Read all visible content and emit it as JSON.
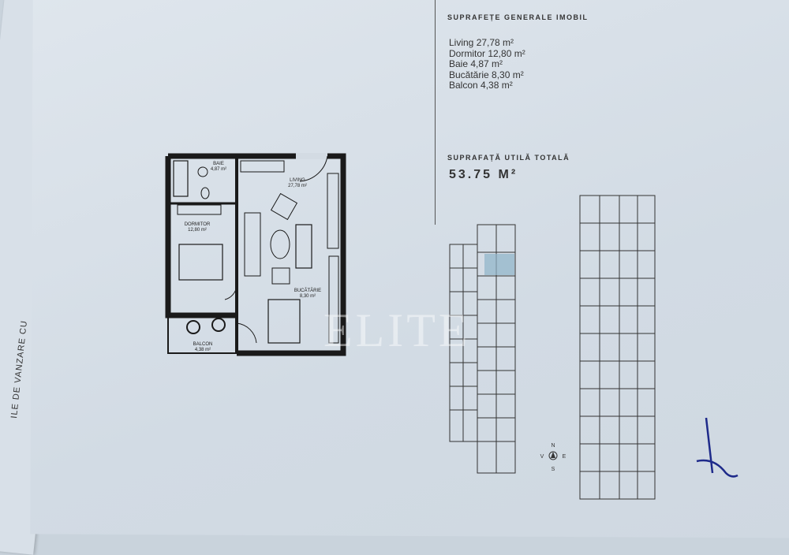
{
  "side_text": "ILE DE VANZARE CU",
  "summary": {
    "title": "SUPRAFEȚE GENERALE IMOBIL",
    "rooms": [
      "Living 27,78 m²",
      "Dormitor 12,80 m²",
      "Baie 4,87 m²",
      "Bucătărie 8,30 m²",
      "Balcon 4,38 m²"
    ],
    "total_title": "SUPRAFAȚĂ UTILĂ TOTALĂ",
    "total_value": "53.75 M²"
  },
  "plan": {
    "baie": {
      "name": "BAIE",
      "area": "4,87 m²"
    },
    "living": {
      "name": "LIVING",
      "area": "27,78 m²"
    },
    "dormitor": {
      "name": "DORMITOR",
      "area": "12,80 m²"
    },
    "bucatarie": {
      "name": "BUCĂTĂRIE",
      "area": "8,30 m²"
    },
    "balcon": {
      "name": "BALCON",
      "area": "4,38 m²"
    }
  },
  "compass": {
    "n": "N",
    "s": "S",
    "e": "E",
    "w": "V"
  },
  "watermark": "ELITE"
}
